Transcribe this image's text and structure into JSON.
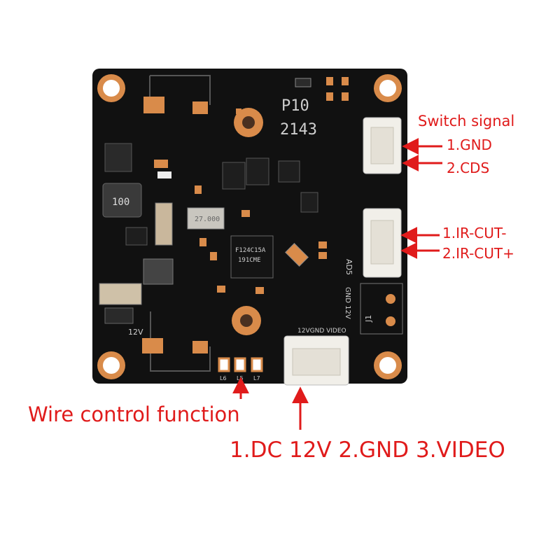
{
  "colors": {
    "accent_red": "#e01b1b",
    "board_black": "#111111",
    "pad_orange": "#d98b4a",
    "connector_white": "#f1efe9"
  },
  "board": {
    "silkscreen_top_code": "P10",
    "silkscreen_date": "2143",
    "silkscreen_power": "12V",
    "connector_bottom_silk": "12VGND VIDEO",
    "j1_label": "J1",
    "gnd12v_label": "GND 12V",
    "ad5_label": "AD5",
    "inductor_mark": "100",
    "crystal_mark": "27.000",
    "chip_mark_1": "F124C15A",
    "chip_mark_2": "191CME",
    "led_labels": [
      "L6",
      "L5",
      "L7"
    ]
  },
  "callouts": {
    "switch_signal_title": "Switch signal",
    "switch_gnd": "1.GND",
    "switch_cds": "2.CDS",
    "ircut_minus": "1.IR-CUT-",
    "ircut_plus": "2.IR-CUT+",
    "wire_control": "Wire control function",
    "power_pins": "1.DC 12V  2.GND 3.VIDEO"
  }
}
